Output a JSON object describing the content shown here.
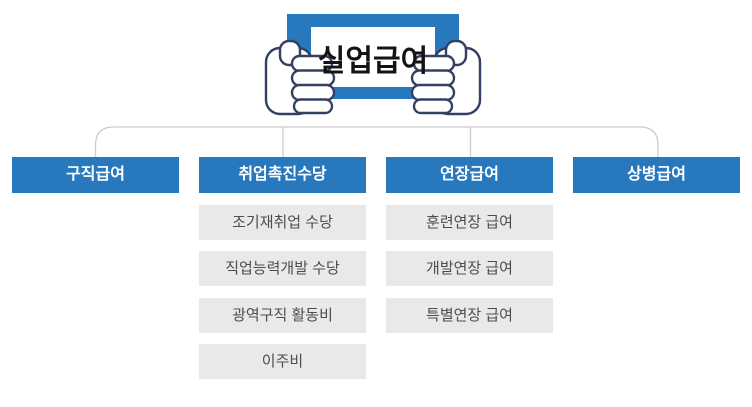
{
  "banner": {
    "title": "실업급여"
  },
  "tree": {
    "columns": [
      {
        "header": "구직급여",
        "children": []
      },
      {
        "header": "취업촉진수당",
        "children": [
          "조기재취업 수당",
          "직업능력개발 수당",
          "광역구직 활동비",
          "이주비"
        ]
      },
      {
        "header": "연장급여",
        "children": [
          "훈련연장 급여",
          "개발연장 급여",
          "특별연장 급여"
        ]
      },
      {
        "header": "상병급여",
        "children": []
      }
    ]
  },
  "icons": {
    "banner_icon": "hands-holding-sign-icon"
  },
  "colors": {
    "accent-blue": "#2878be",
    "hand-outline": "#344063",
    "child-bg": "#e9e9e9",
    "child-text": "#4d4d4d",
    "connector": "#cccccc",
    "banner-text": "#141414",
    "header-text": "#ffffff"
  }
}
